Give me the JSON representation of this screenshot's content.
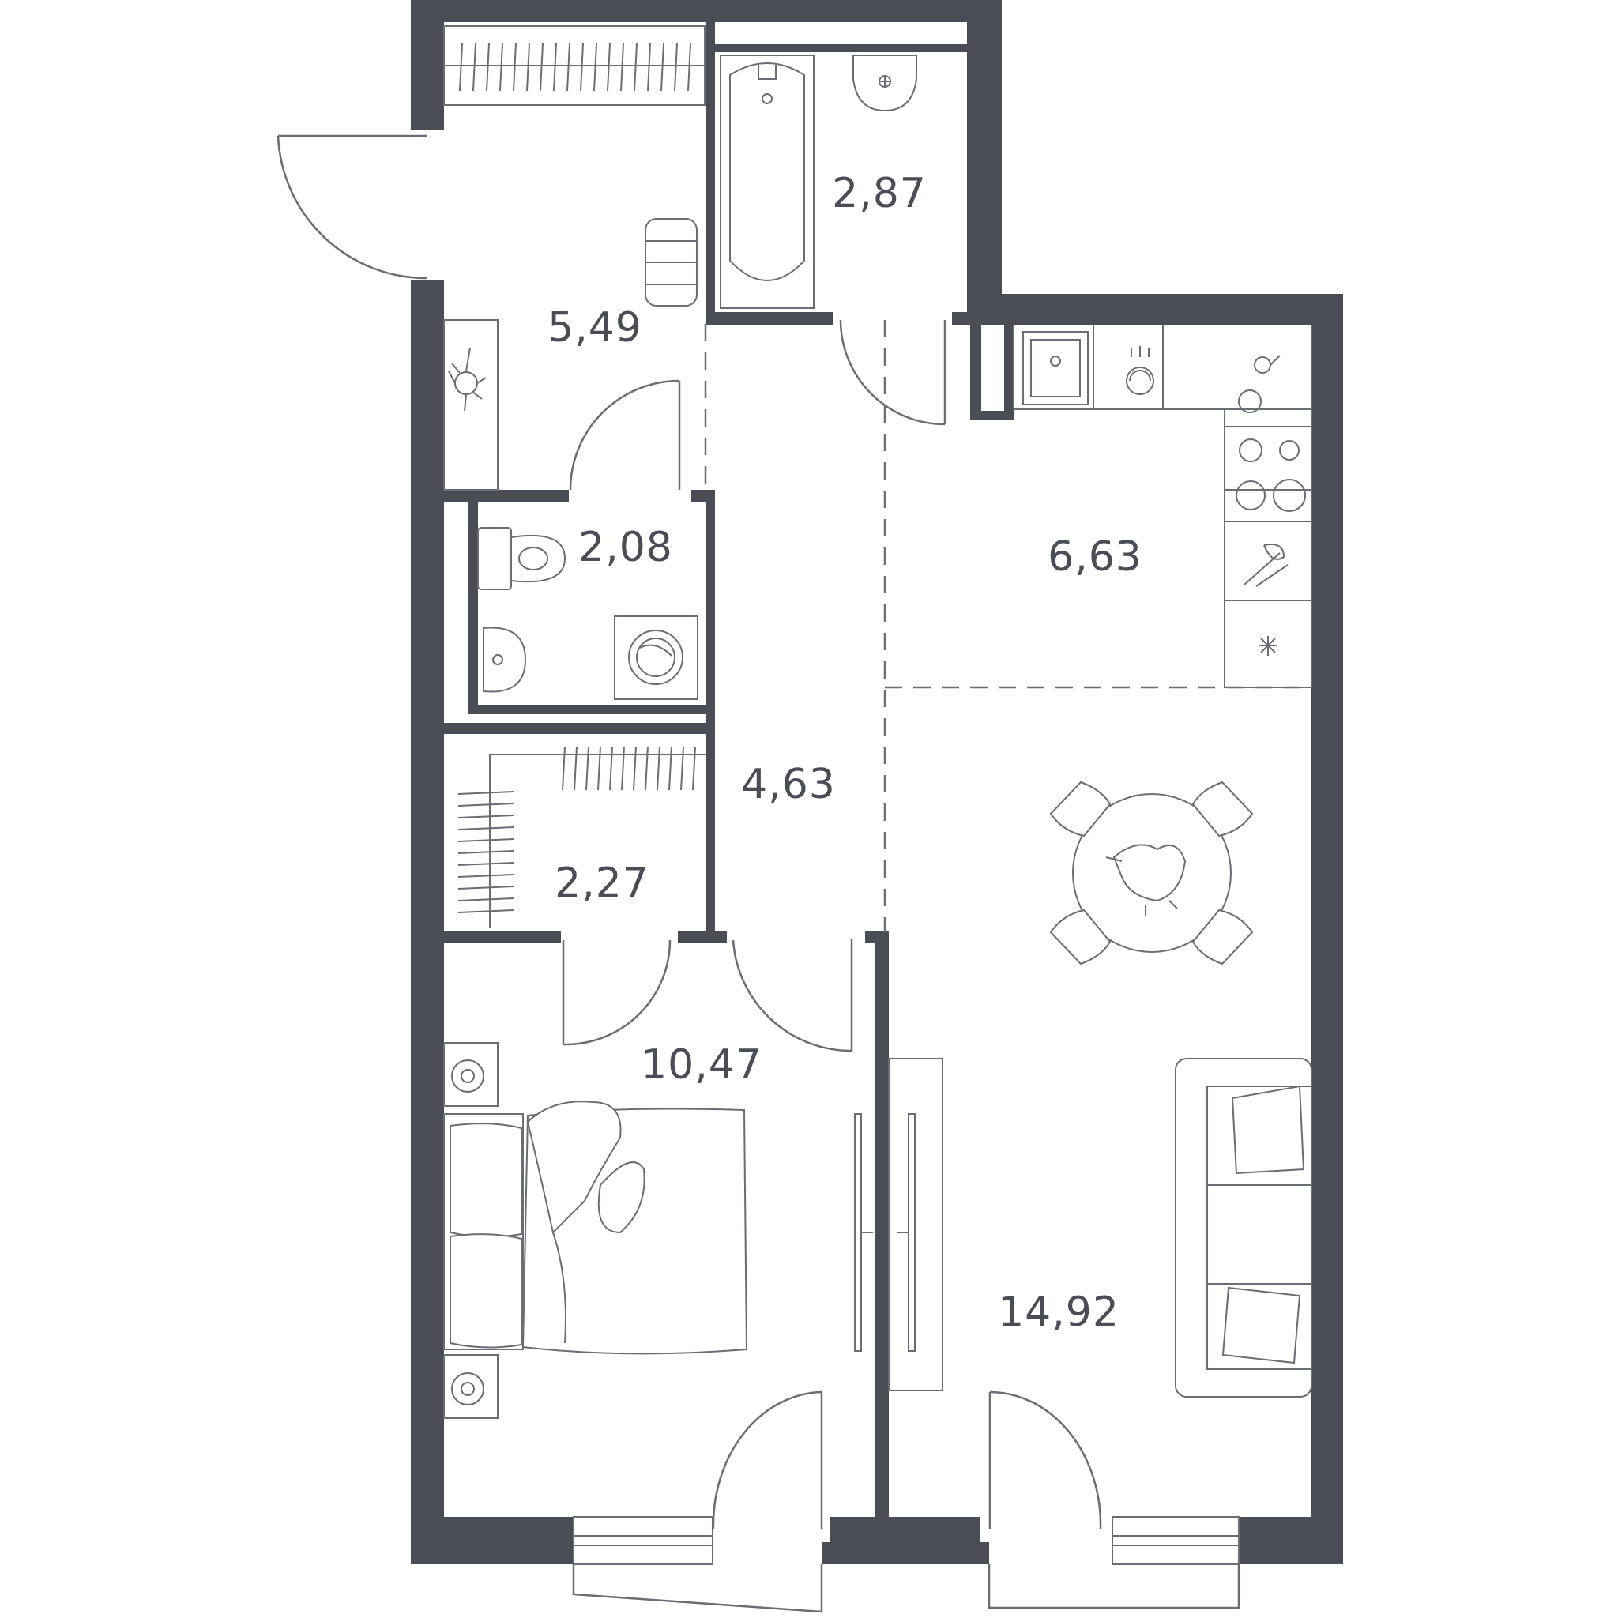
{
  "plan": {
    "colors": {
      "wall": "#4a4c56",
      "line": "#6a6c76",
      "text": "#4a4c56"
    },
    "rooms": [
      {
        "id": "hall",
        "area": "5,49"
      },
      {
        "id": "bathroom",
        "area": "2,87"
      },
      {
        "id": "wc",
        "area": "2,08"
      },
      {
        "id": "kitchen",
        "area": "6,63"
      },
      {
        "id": "corridor",
        "area": "4,63"
      },
      {
        "id": "wardrobe",
        "area": "2,27"
      },
      {
        "id": "bedroom",
        "area": "10,47"
      },
      {
        "id": "living-room",
        "area": "14,92"
      }
    ],
    "icons": [
      "door-swing-icon",
      "bathtub-icon",
      "sink-icon",
      "toilet-icon",
      "washing-machine-icon",
      "stove-icon",
      "kitchen-sink-icon",
      "dining-table-icon",
      "chair-icon",
      "sofa-icon",
      "bed-icon",
      "nightstand-icon",
      "wardrobe-icon",
      "plant-icon",
      "tv-icon",
      "window-icon"
    ]
  }
}
